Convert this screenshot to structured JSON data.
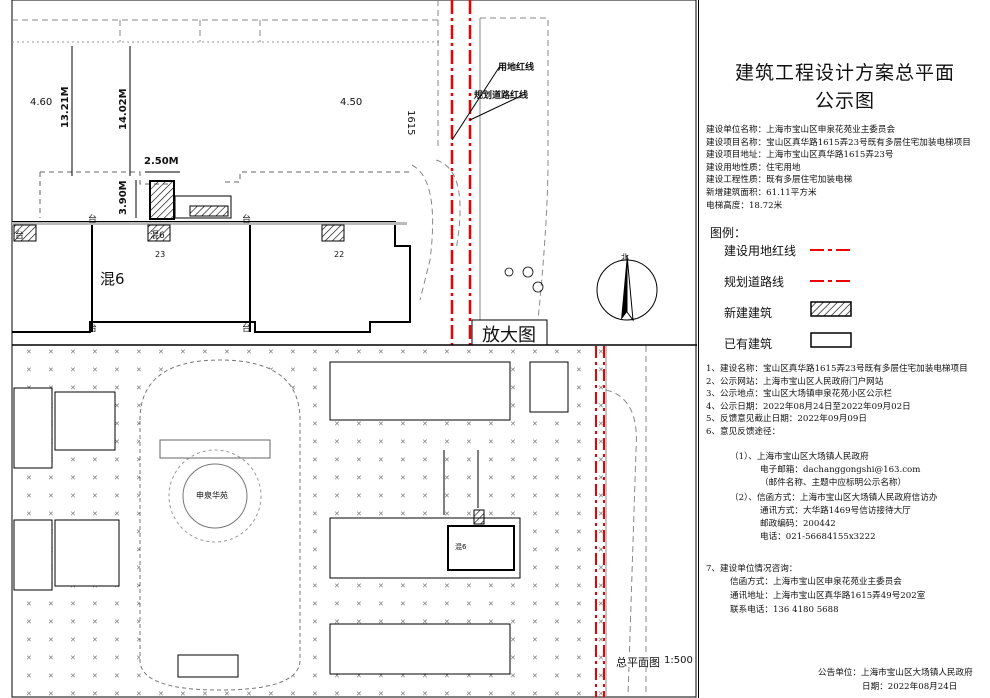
{
  "panel": {
    "title_line1": "建筑工程设计方案总平面",
    "title_line2": "公示图",
    "info": [
      "建设单位名称：上海市宝山区申泉花苑业主委员会",
      "建设项目名称：宝山区真华路1615弄23号既有多层住宅加装电梯项目",
      "建设项目地址：上海市宝山区真华路1615弄23号",
      "建设用地性质：住宅用地",
      "建设工程性质：既有多层住宅加装电梯",
      "新增建筑面积：61.11平方米",
      "电梯高度：18.72米"
    ],
    "legend_title": "图例：",
    "legend": [
      {
        "label": "建设用地红线",
        "style": "red-dash"
      },
      {
        "label": "规划道路线",
        "style": "red-dash"
      },
      {
        "label": "新建建筑",
        "style": "hatched-box"
      },
      {
        "label": "已有建筑",
        "style": "plain-box"
      }
    ],
    "notices": [
      "1、建设名称：宝山区真华路1615弄23号既有多层住宅加装电梯项目",
      "2、公示网站：上海市宝山区人民政府门户网站",
      "3、公示地点：宝山区大场镇申泉花苑小区公示栏",
      "4、公示日期：2022年08月24日至2022年09月02日",
      "5、反馈意见截止日期：2022年09月09日",
      "6、意见反馈途径："
    ],
    "feedback": [
      "（1）、上海市宝山区大场镇人民政府",
      "电子邮箱：dachanggongshi@163.com",
      "（邮件名称、主题中应标明公示名称）",
      "（2）、信函方式：上海市宝山区大场镇人民政府信访办",
      "通讯方式：大华路1469号信访接待大厅",
      "邮政编码：200442",
      "电话：021-56684155x3222"
    ],
    "consult": [
      "7、建设单位情况咨询：",
      "信函方式：上海市宝山区申泉花苑业主委员会",
      "通讯地址：上海市宝山区真华路1615弄49号202室",
      "联系电话：136 4180 5688"
    ],
    "publisher": "公告单位：上海市宝山区大场镇人民政府",
    "date": "日期：2022年08月24日"
  },
  "drawing": {
    "zoom_label": "放大图",
    "site_label": "总平面图",
    "scale": "1:500",
    "red_line_label": "用地红线",
    "road_line_label": "规划道路红线",
    "elev_left": "4.60",
    "elev_right": "4.50",
    "dim_13": "13.21M",
    "dim_14": "14.02M",
    "dim_250": "2.50M",
    "dim_390": "3.90M",
    "road_no": "1615",
    "bldg_label": "混6",
    "bldg_23": "23",
    "bldg_22": "22",
    "small_box": "混6",
    "tai": "台",
    "garden": "申泉华苑",
    "plan_bldg": "混6",
    "north": "北"
  }
}
